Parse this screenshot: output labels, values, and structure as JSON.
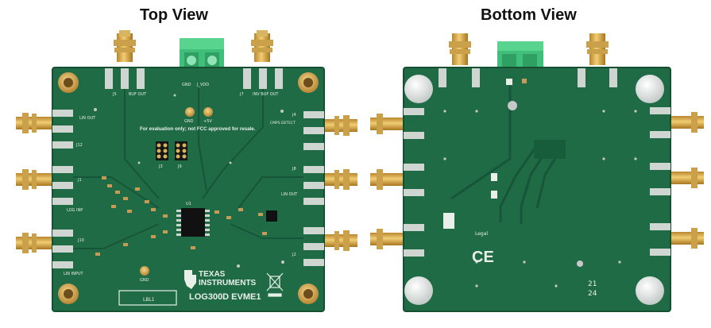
{
  "titles": {
    "top_view": "Top View",
    "bottom_view": "Bottom View"
  },
  "top_board": {
    "fcc_notice": "For evaluation only; not FCC approved for resale.",
    "brand_line1": "TEXAS",
    "brand_line2": "INSTRUMENTS",
    "model": "LOG300D EVME1",
    "label_box": "LBL1",
    "connectors": {
      "j5": "J5",
      "log_buf_out": "BUF OUT",
      "j7": "J7",
      "inv_buf_out": "INV BUF OUT",
      "j_vdd": "J_VDD",
      "gnd": "GND",
      "j12": "J12",
      "lin_out": "LIN OUT",
      "j1": "J1",
      "log_inp": "LOG INP",
      "j10": "J10",
      "lin_input": "LIN INPUT",
      "j4": "J4",
      "cmps_detect": "CMPS DETECT",
      "j8": "J8",
      "lin_out_r": "LIN OUT",
      "j2": "J2"
    },
    "test_points": {
      "tp3_gnd": "GND",
      "tp1_5v": "+5V",
      "tp2_gnd": "GND"
    },
    "jumpers": {
      "j3": "J3",
      "j9": "J9"
    },
    "ic": "U1"
  },
  "bottom_board": {
    "legal": "Legal",
    "date_code_1": "21",
    "date_code_2": "24",
    "ce_mark": "CE"
  },
  "colors": {
    "pcb": "#1f6b45",
    "copper_gold": "#d8a94a",
    "terminal_green": "#3fbf7a",
    "silkscreen": "#e9efe9"
  }
}
